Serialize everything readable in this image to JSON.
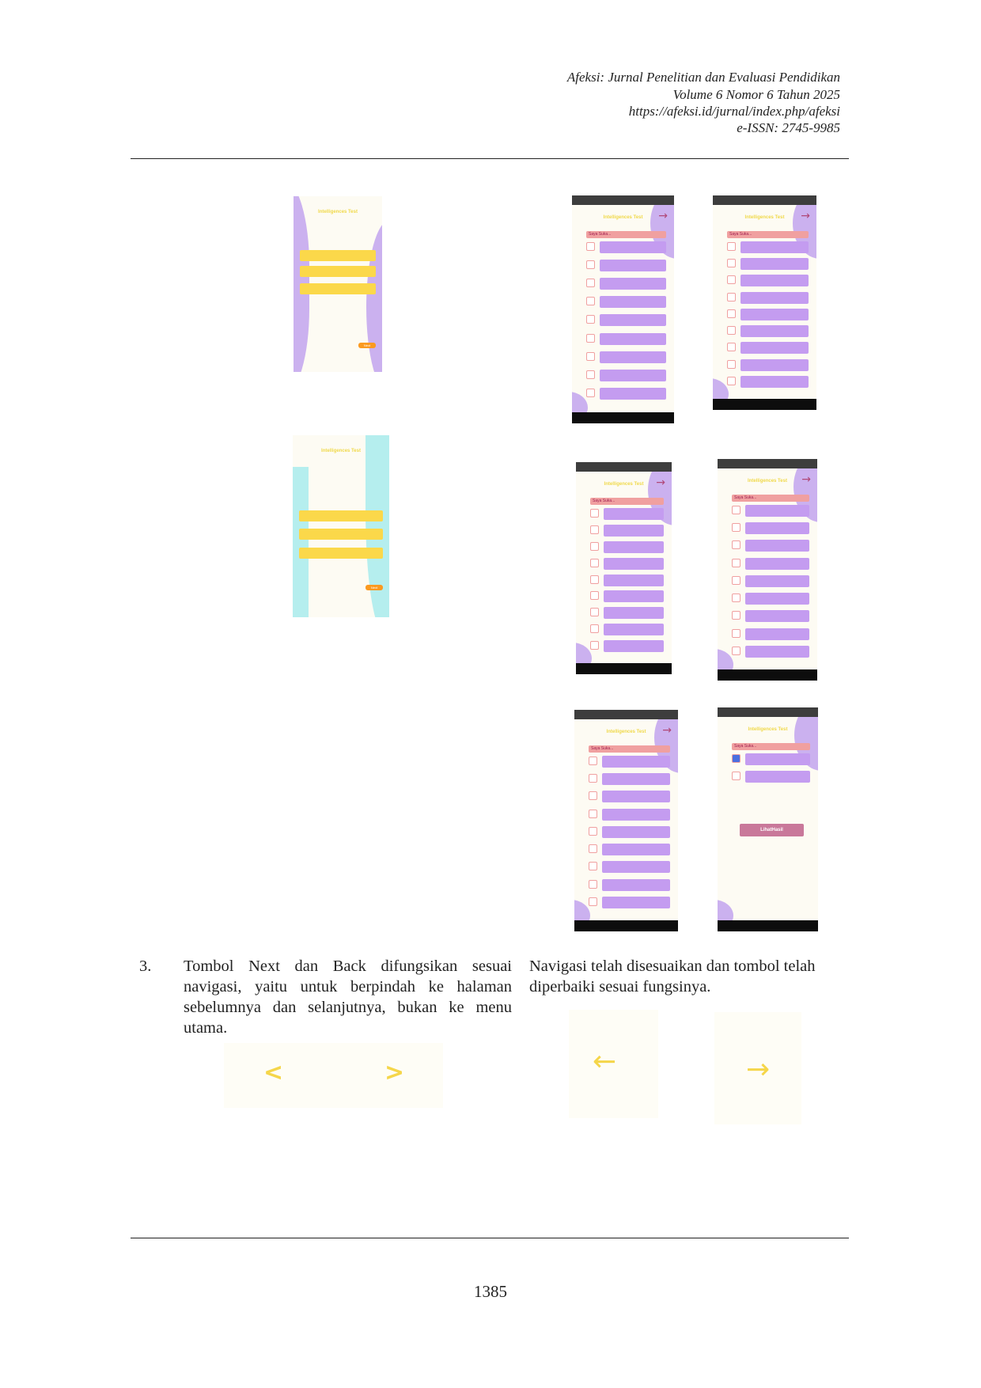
{
  "header": {
    "journal": "Afeksi: Jurnal Penelitian dan Evaluasi Pendidikan",
    "volume": "Volume 6 Nomor 6 Tahun 2025",
    "url": "https://afeksi.id/jurnal/index.php/afeksi",
    "issn": "e-ISSN: 2745-9985"
  },
  "app": {
    "title": "Intelligences Test",
    "section": "Saya Suka...",
    "result_button": "LihatHasil",
    "next_button": "Next"
  },
  "list_item": {
    "number": "3.",
    "before": "Tombol Next dan Back difungsikan sesuai navigasi, yaitu untuk berpindah ke halaman sebelumnya dan selanjutnya, bukan ke menu utama.",
    "after": "Navigasi telah disesuaikan dan tombol telah diperbaiki sesuai fungsinya."
  },
  "nav_icons": {
    "old_back": "<",
    "old_next": ">",
    "new_back": "←",
    "new_next": "→"
  },
  "page_number": "1385",
  "colors": {
    "purple": "#c49cf0",
    "yellow": "#f0d94a",
    "pink": "#f0a0a0",
    "cyan": "#b5eeee",
    "orange": "#fb9a20"
  }
}
